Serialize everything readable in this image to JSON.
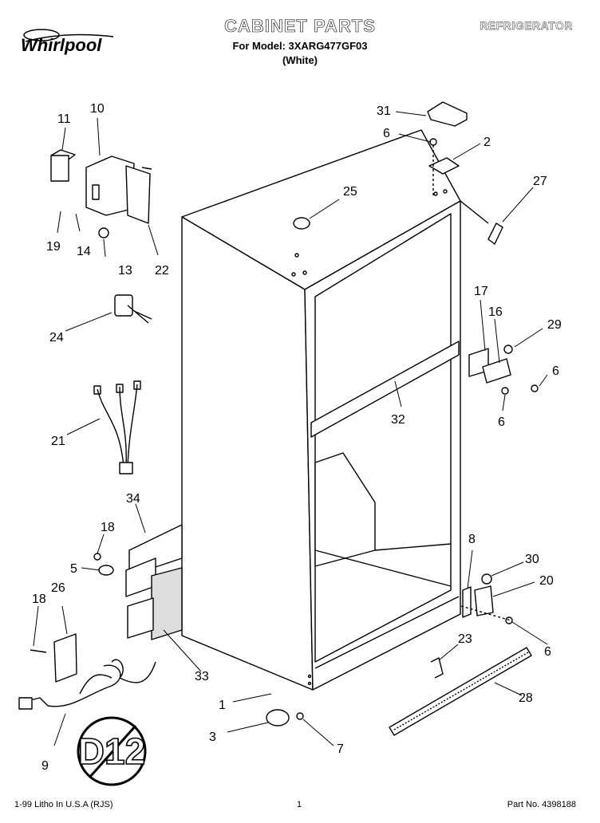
{
  "header": {
    "brand": "Whirlpool",
    "title": "CABINET PARTS",
    "model_line": "For Model: 3XARG477GF03",
    "color_line": "(White)",
    "category": "REFRIGERATOR"
  },
  "callouts": [
    {
      "id": "c1",
      "label": "1"
    },
    {
      "id": "c2",
      "label": "2"
    },
    {
      "id": "c3",
      "label": "3"
    },
    {
      "id": "c5",
      "label": "5"
    },
    {
      "id": "c6a",
      "label": "6"
    },
    {
      "id": "c6b",
      "label": "6"
    },
    {
      "id": "c6c",
      "label": "6"
    },
    {
      "id": "c6d",
      "label": "6"
    },
    {
      "id": "c7",
      "label": "7"
    },
    {
      "id": "c8",
      "label": "8"
    },
    {
      "id": "c9",
      "label": "9"
    },
    {
      "id": "c10",
      "label": "10"
    },
    {
      "id": "c11",
      "label": "11"
    },
    {
      "id": "c13",
      "label": "13"
    },
    {
      "id": "c14",
      "label": "14"
    },
    {
      "id": "c16",
      "label": "16"
    },
    {
      "id": "c17",
      "label": "17"
    },
    {
      "id": "c18a",
      "label": "18"
    },
    {
      "id": "c18b",
      "label": "18"
    },
    {
      "id": "c19",
      "label": "19"
    },
    {
      "id": "c20",
      "label": "20"
    },
    {
      "id": "c21",
      "label": "21"
    },
    {
      "id": "c22",
      "label": "22"
    },
    {
      "id": "c23",
      "label": "23"
    },
    {
      "id": "c24",
      "label": "24"
    },
    {
      "id": "c25",
      "label": "25"
    },
    {
      "id": "c26",
      "label": "26"
    },
    {
      "id": "c27",
      "label": "27"
    },
    {
      "id": "c28",
      "label": "28"
    },
    {
      "id": "c29",
      "label": "29"
    },
    {
      "id": "c30",
      "label": "30"
    },
    {
      "id": "c31",
      "label": "31"
    },
    {
      "id": "c32",
      "label": "32"
    },
    {
      "id": "c33",
      "label": "33"
    },
    {
      "id": "c34",
      "label": "34"
    }
  ],
  "stamp": {
    "text": "D12"
  },
  "footer": {
    "left": "1-99 Litho In U.S.A (RJS)",
    "page": "1",
    "part_no": "Part No. 4398188"
  }
}
